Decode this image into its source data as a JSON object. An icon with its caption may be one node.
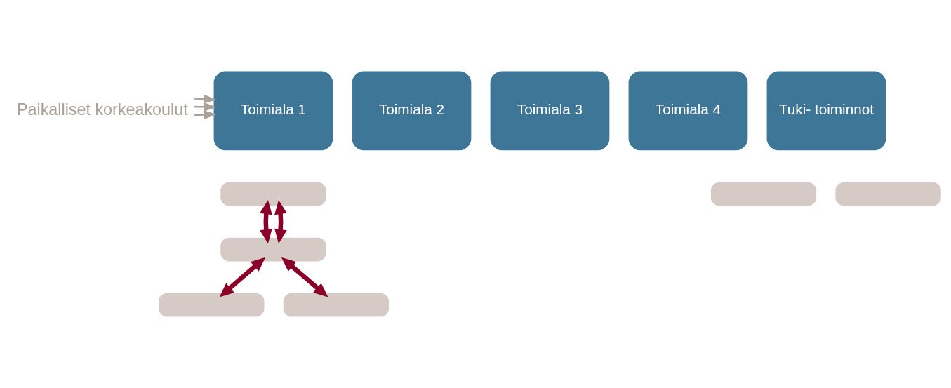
{
  "diagram": {
    "nodes": [
      {
        "text": [
          "Toimiala 1"
        ]
      },
      {
        "text": [
          "Toimiala 2"
        ]
      },
      {
        "text": [
          "Toimiala 3"
        ]
      },
      {
        "text": [
          "Toimiala 4"
        ]
      },
      {
        "text": [
          "Tuki- toiminnot"
        ]
      },
      {
        "text": [
          "Paikalliset korkeakoulut"
        ]
      },
      {
        "text": [],
        "shape": "bar"
      },
      {
        "text": [],
        "shape": "bar"
      },
      {
        "text": [],
        "shape": "bar"
      },
      {
        "text": [],
        "shape": "bar"
      },
      {
        "text": [],
        "shape": "bar"
      },
      {
        "text": [],
        "shape": "bar"
      }
    ],
    "edges": [
      {
        "from": 5,
        "to": 0,
        "arrow": "to",
        "color": "#aaa198"
      },
      {
        "from": 5,
        "to": 0,
        "arrow": "to",
        "color": "#aaa198"
      },
      {
        "from": 5,
        "to": 0,
        "arrow": "to",
        "color": "#aaa198"
      },
      {
        "from": 6,
        "to": 7,
        "arrow": "both"
      },
      {
        "from": 6,
        "to": 7,
        "arrow": "both"
      },
      {
        "from": 7,
        "to": 8,
        "arrow": "both"
      },
      {
        "from": 7,
        "to": 9,
        "arrow": "both"
      }
    ]
  }
}
